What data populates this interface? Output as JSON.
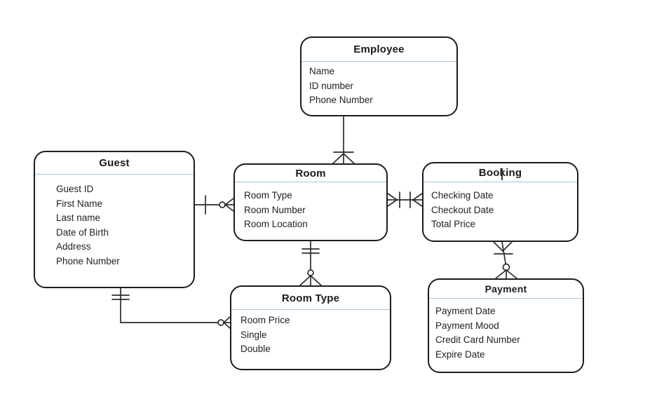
{
  "diagram": {
    "kind": "entity-relationship-diagram",
    "notation": "crows-foot"
  },
  "colors": {
    "background": "#ffffff",
    "entity_border": "#1c1c1c",
    "title_divider": "#a9c5e8",
    "text": "#1f1f1f",
    "connector": "#2b2b2b"
  },
  "entities": [
    {
      "id": "employee",
      "title": "Employee",
      "attributes": [
        "Name",
        "ID number",
        "Phone Number"
      ]
    },
    {
      "id": "guest",
      "title": "Guest",
      "attributes": [
        "Guest ID",
        "First Name",
        "Last name",
        "Date of Birth",
        "Address",
        "Phone Number"
      ]
    },
    {
      "id": "room",
      "title": "Room",
      "attributes": [
        "Room Type",
        "Room Number",
        "Room Location"
      ]
    },
    {
      "id": "booking",
      "title": "Booking",
      "attributes": [
        "Checking Date",
        "Checkout Date",
        "Total Price"
      ]
    },
    {
      "id": "room_type",
      "title": "Room Type",
      "attributes": [
        "Room Price",
        "Single",
        "Double"
      ]
    },
    {
      "id": "payment",
      "title": "Payment",
      "attributes": [
        "Payment Date",
        "Payment Mood",
        "Credit Card Number",
        "Expire Date"
      ]
    }
  ],
  "relationships": [
    {
      "from": "Employee",
      "to": "Room",
      "from_symbol": "plain-line",
      "to_symbol": "one-or-many (bar + crow's foot)"
    },
    {
      "from": "Guest",
      "to": "Room",
      "from_symbol": "one (bar)",
      "to_symbol": "zero-or-many (circle + crow's foot)"
    },
    {
      "from": "Room",
      "to": "Booking",
      "from_symbol": "one-or-many (crow's foot + bar)",
      "to_symbol": "one-or-many (bar + crow's foot)"
    },
    {
      "from": "Room",
      "to": "Room Type",
      "from_symbol": "one-and-only-one (double bar)",
      "to_symbol": "zero-or-many (circle + crow's foot)"
    },
    {
      "from": "Guest",
      "to": "Room Type",
      "from_symbol": "one-and-only-one (double bar)",
      "to_symbol": "zero-or-many (circle + crow's foot)"
    },
    {
      "from": "Booking",
      "to": "Payment",
      "from_symbol": "one-or-many (crow's foot + bar)",
      "to_symbol": "zero-or-many (circle + crow's foot)"
    }
  ]
}
